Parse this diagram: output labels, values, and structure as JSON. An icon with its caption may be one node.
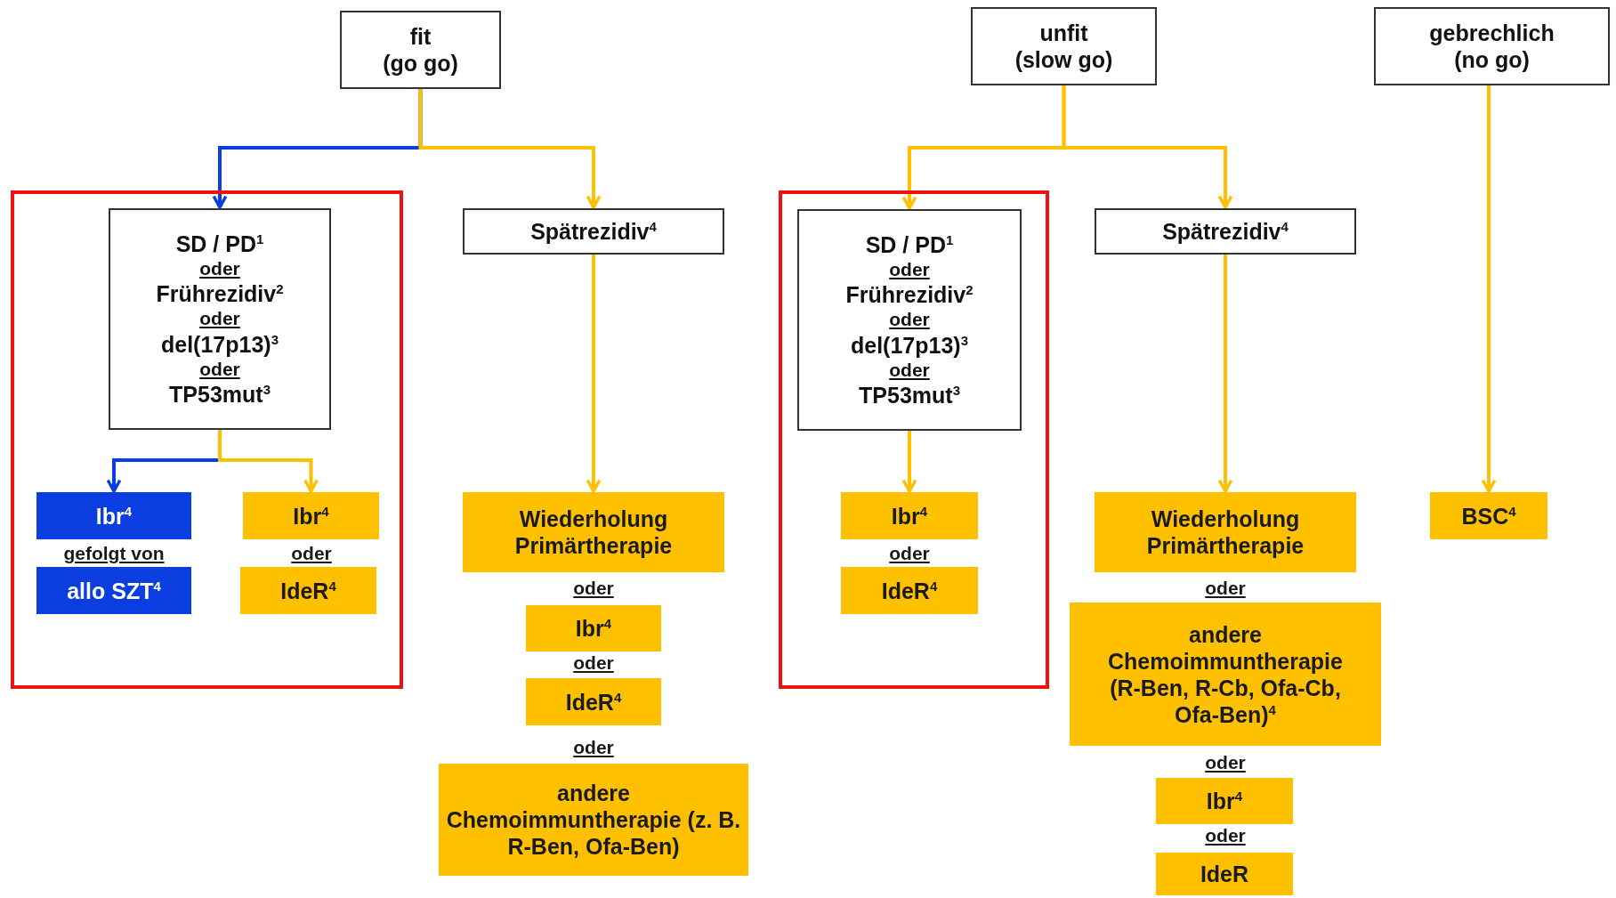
{
  "diagram": {
    "nodes": [
      {
        "text": [
          "fit",
          "(go go)"
        ]
      },
      {
        "text": [
          "unfit",
          "(slow go)"
        ]
      },
      {
        "text": [
          "gebrechlich",
          "(no go)"
        ]
      },
      {
        "text": [],
        "shape": "box"
      },
      {
        "text": [
          "SD / PD$^{1}$",
          "oder",
          "Frührezidiv$^{2}$",
          "oder",
          "del(17p13)$^{3}$",
          "oder",
          "TP53mut$^{3}$"
        ],
        "in": 3
      },
      {
        "text": [
          "Ibr$^{4}$"
        ],
        "in": 3
      },
      {
        "text": [
          "allo SZT$^{4}$"
        ],
        "in": 3
      },
      {
        "text": [
          "Ibr$^{4}$"
        ],
        "in": 3
      },
      {
        "text": [
          "IdeR$^{4}$"
        ],
        "in": 3
      },
      {
        "text": [
          "Spätrezidiv$^{4}$"
        ]
      },
      {
        "text": [
          "Wiederholung Primärtherapie"
        ]
      },
      {
        "text": [
          "Ibr$^{4}$"
        ]
      },
      {
        "text": [
          "IdeR$^{4}$"
        ]
      },
      {
        "text": [
          "andere Chemoimmuntherapie (z. B. R-Ben, Ofa-Ben)"
        ]
      },
      {
        "text": [],
        "shape": "box"
      },
      {
        "text": [
          "SD / PD$^{1}$",
          "oder",
          "Frührezidiv$^{2}$",
          "oder",
          "del(17p13)$^{3}$",
          "oder",
          "TP53mut$^{3}$"
        ],
        "in": 14
      },
      {
        "text": [
          "Ibr$^{4}$"
        ],
        "in": 14
      },
      {
        "text": [
          "IdeR$^{4}$"
        ],
        "in": 14
      },
      {
        "text": [
          "Spätrezidiv$^{4}$"
        ]
      },
      {
        "text": [
          "Wiederholung Primärtherapie"
        ]
      },
      {
        "text": [
          "andere Chemoimmuntherapie (R-Ben, R-Cb, Ofa-Cb, Ofa-Ben)$^{4}$"
        ]
      },
      {
        "text": [
          "Ibr$^{4}$"
        ]
      },
      {
        "text": [
          "IdeR"
        ]
      },
      {
        "text": [
          "BSC$^{4}$"
        ]
      }
    ],
    "edges": [
      {
        "from": 0,
        "to": 4,
        "arrow": "to",
        "color": "#0a3ee0"
      },
      {
        "from": 0,
        "to": 9,
        "arrow": "to"
      },
      {
        "from": 4,
        "to": 5,
        "arrow": "to",
        "color": "#0a3ee0"
      },
      {
        "from": 4,
        "to": 7,
        "arrow": "to"
      },
      {
        "from": 9,
        "to": 10,
        "arrow": "to"
      },
      {
        "from": 1,
        "to": 15,
        "arrow": "to"
      },
      {
        "from": 1,
        "to": 18,
        "arrow": "to"
      },
      {
        "from": 15,
        "to": 16,
        "arrow": "to"
      },
      {
        "from": 18,
        "to": 19,
        "arrow": "to"
      },
      {
        "from": 2,
        "to": 23,
        "arrow": "to"
      }
    ],
    "labels": [
      "gefolgt von",
      "oder",
      "oder",
      "oder",
      "oder",
      "oder",
      "oder",
      "oder",
      "oder"
    ]
  }
}
